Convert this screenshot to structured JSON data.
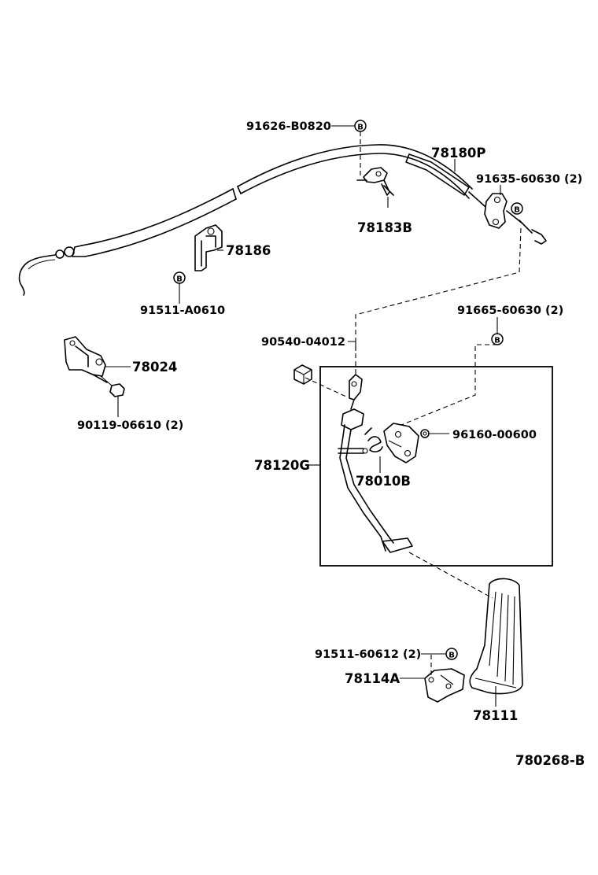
{
  "labels": {
    "p_91626_B0820": "91626-B0820",
    "p_78180P": "78180P",
    "p_91635_60630": "91635-60630 (2)",
    "p_78183B": "78183B",
    "p_78186": "78186",
    "p_91511_A0610": "91511-A0610",
    "p_90540_04012": "90540-04012",
    "p_91665_60630": "91665-60630 (2)",
    "p_78024": "78024",
    "p_90119_06610": "90119-06610 (2)",
    "p_96160_00600": "96160-00600",
    "p_78120G": "78120G",
    "p_78010B": "78010B",
    "p_91511_60612": "91511-60612 (2)",
    "p_78114A": "78114A",
    "p_78111": "78111",
    "drawing_number": "780268-B"
  },
  "marker_letter": "B"
}
